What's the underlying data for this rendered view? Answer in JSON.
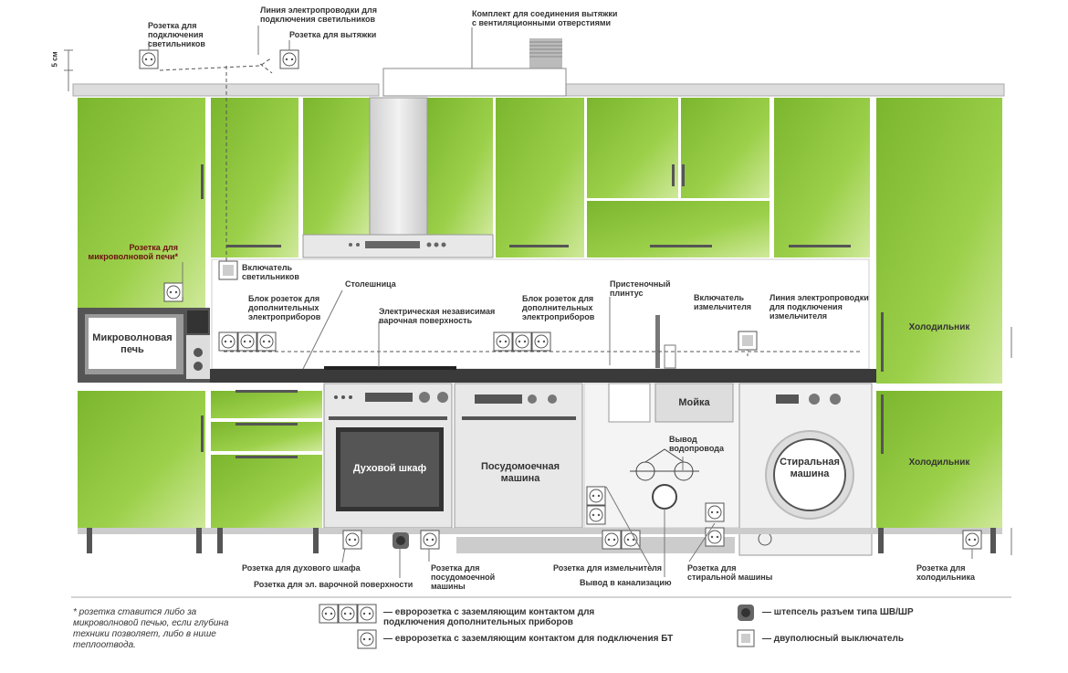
{
  "colors": {
    "cabinet": "#8cc63f",
    "cabinet_light": "#c7e58a",
    "wall": "#ffffff",
    "counter": "#333333",
    "appliance": "#e6e6e6",
    "line": "#555555"
  },
  "top": {
    "lights_outlet": "Розетка для подключения светильников",
    "lights_wiring": "Линия электропроводки для подключения светильников",
    "hood_outlet": "Розетка для вытяжки",
    "vent_kit": "Комплект для соединения вытяжки с вентиляционными отверстиями",
    "dim_5cm": "5 см"
  },
  "middle": {
    "microwave_outlet": "Розетка для микроволновой печи*",
    "light_switch": "Включатель светильников",
    "worktop": "Столешница",
    "block_left": "Блок розеток для дополнительных электроприборов",
    "hob": "Электрическая независимая варочная поверхность",
    "block_right": "Блок розеток для дополнительных электроприборов",
    "plinth": "Пристеночный плинтус",
    "grinder_switch": "Включатель измельчителя",
    "grinder_wiring": "Линия электропроводки для подключения измельчителя"
  },
  "appliances": {
    "microwave": "Микроволновая печь",
    "oven": "Духовой шкаф",
    "dishwasher": "Посудомоечная машина",
    "sink": "Мойка",
    "washer": "Стиральная машина",
    "fridge_top": "Холодильник",
    "fridge_bottom": "Холодильник",
    "pipe_outlet": "Вывод водопровода"
  },
  "bottom": {
    "oven_outlet": "Розетка для духового шкафа",
    "hob_outlet": "Розетка для эл. варочной поверхности",
    "dishwasher_outlet": "Розетка для посудомоечной машины",
    "grinder_outlet": "Розетка для измельчителя",
    "sewer": "Вывод в канализацию",
    "washer_outlet": "Розетка для стиральной машины",
    "fridge_outlet": "Розетка для холодильника"
  },
  "legend": {
    "footnote": "* розетка ставится либо за микроволновой печью, если глубина техники позволяет, либо в нише теплоотвода.",
    "euro_multi": "— евророзетка с заземляющим контактом для подключения дополнительных приборов",
    "euro_single": "— евророзетка с заземляющим контактом для подключения БТ",
    "plug": "— штепсель разъем типа ШВ/ШР",
    "switch": "— двуполюсный выключатель"
  }
}
